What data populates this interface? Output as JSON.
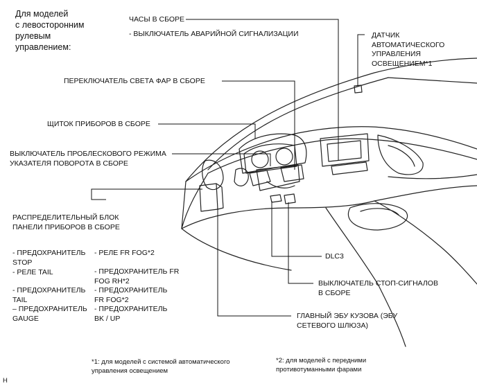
{
  "condition": "Для моделей\nс левосторонним\nрулевым\nуправлением:",
  "labels": {
    "clock": "ЧАСЫ В СБОРЕ",
    "hazard": "- ВЫКЛЮЧАТЕЛЬ АВАРИЙНОЙ СИГНАЛИЗАЦИИ",
    "sensor": "ДАТЧИК\nАВТОМАТИЧЕСКОГО\nУПРАВЛЕНИЯ\nОСВЕЩЕНИЕМ*1",
    "headlight": "ПЕРЕКЛЮЧАТЕЛЬ СВЕТА ФАР В СБОРЕ",
    "cluster": "ЩИТОК ПРИБОРОВ В СБОРЕ",
    "turn": "ВЫКЛЮЧАТЕЛЬ ПРОБЛЕСКОВОГО РЕЖИМА\nУКАЗАТЕЛЯ ПОВОРОТА В СБОРЕ",
    "junction": "РАСПРЕДЕЛИТЕЛЬНЫЙ БЛОК\nПАНЕЛИ ПРИБОРОВ В СБОРЕ",
    "dlc3": "DLC3",
    "stop_switch": "ВЫКЛЮЧАТЕЛЬ СТОП-СИГНАЛОВ\nВ СБОРЕ",
    "ecu": "ГЛАВНЫЙ ЭБУ КУЗОВА (ЭБУ\nСЕТЕВОГО ШЛЮЗА)"
  },
  "fuses_left": [
    "- ПРЕДОХРАНИТЕЛЬ\nSTOP",
    "- РЕЛЕ TAIL",
    "- ПРЕДОХРАНИТЕЛЬ\nTAIL",
    "– ПРЕДОХРАНИТЕЛЬ\nGAUGE"
  ],
  "fuses_right": [
    "- РЕЛЕ FR FOG*2",
    "- ПРЕДОХРАНИТЕЛЬ FR\nFOG RH*2",
    "- ПРЕДОХРАНИТЕЛЬ\nFR FOG*2",
    "- ПРЕДОХРАНИТЕЛЬ\nBK / UP"
  ],
  "footnotes": {
    "n1": "*1: для моделей с системой автоматического\nуправления освещением",
    "n2": "*2: для моделей с передними\nпротивотуманными фарами"
  },
  "corner": "H"
}
